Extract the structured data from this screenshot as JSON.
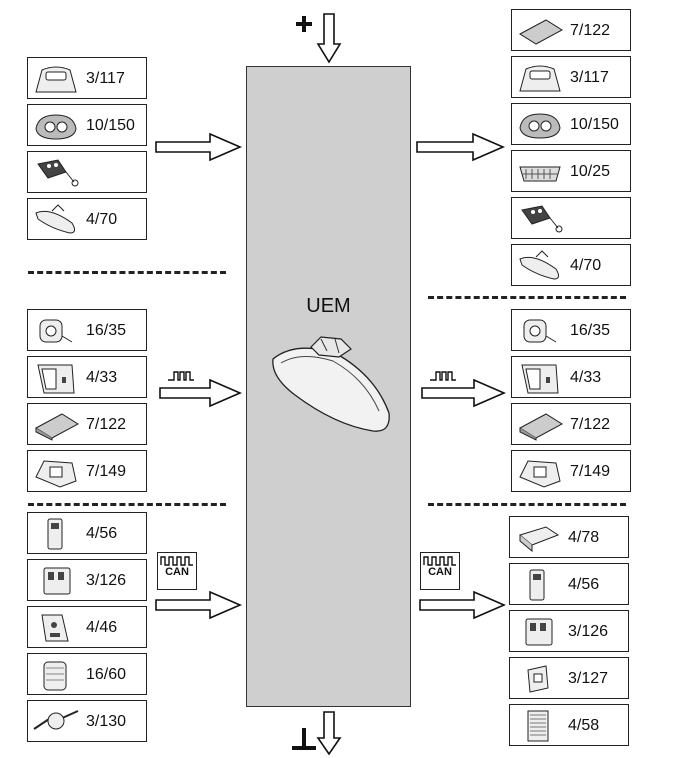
{
  "center": {
    "label": "UEM"
  },
  "left": {
    "group1": [
      "3/117",
      "10/150",
      "",
      "4/70"
    ],
    "group2": [
      "16/35",
      "4/33",
      "7/122",
      "7/149"
    ],
    "group3": [
      "4/56",
      "3/126",
      "4/46",
      "16/60",
      "3/130"
    ]
  },
  "right": {
    "group1": [
      "7/122",
      "3/117",
      "10/150",
      "10/25",
      "",
      "4/70"
    ],
    "group2": [
      "16/35",
      "4/33",
      "7/122",
      "7/149"
    ],
    "group3": [
      "4/78",
      "4/56",
      "3/126",
      "3/127",
      "4/58"
    ]
  },
  "can_label": "CAN",
  "icons": {
    "top": "plus-power-arrow-icon",
    "bottom": "ground-arrow-icon",
    "center": "rear-view-mirror-icon"
  }
}
